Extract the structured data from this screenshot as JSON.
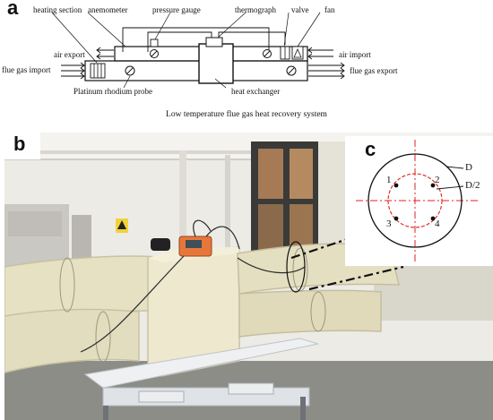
{
  "panel_a": {
    "letter": "a",
    "labels": {
      "heating_section": "heating section",
      "anemometer": "anemometer",
      "pressure_gauge": "pressure gauge",
      "thermograph": "thermograph",
      "valve": "valve",
      "fan": "fan",
      "air_export": "air export",
      "air_import": "air import",
      "flue_gas_import": "flue gas import",
      "flue_gas_export": "flue gas export",
      "platinum_probe": "Platinum rhodium probe",
      "heat_exchanger": "heat exchanger"
    },
    "caption": "Low temperature flue gas heat recovery system"
  },
  "panel_b": {
    "letter": "b"
  },
  "panel_c": {
    "letter": "c",
    "points": [
      "1",
      "2",
      "3",
      "4"
    ],
    "outer_label": "D",
    "inner_label": "D/2"
  },
  "colors": {
    "guide_red": "#e02020",
    "insulation": "#e8e3c8",
    "wall": "#f2f1ec"
  }
}
